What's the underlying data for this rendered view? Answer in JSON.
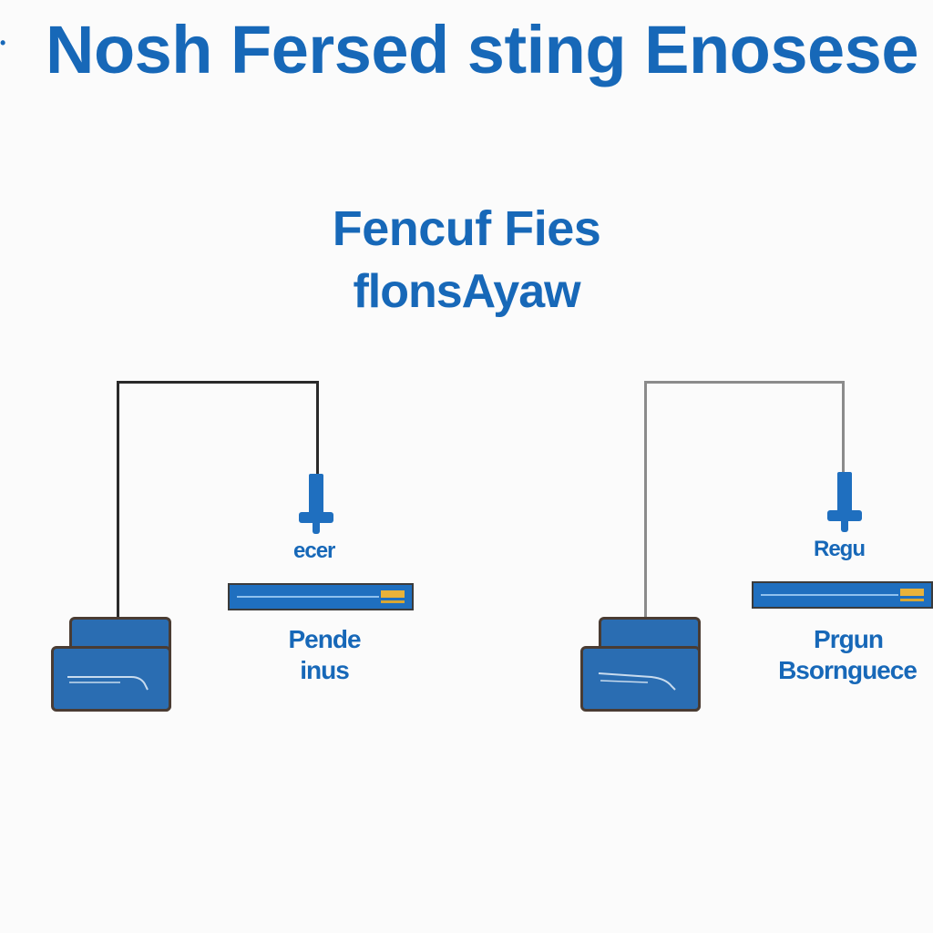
{
  "title": "Nosh Fersed sting Enosese",
  "subtitle": {
    "line1": "Fencuf Fies",
    "line2": "flonsAyaw"
  },
  "nodes": [
    {
      "probe_label": "ecer",
      "desc_line1": "Pende",
      "desc_line2": "inus"
    },
    {
      "probe_label": "Regu",
      "desc_line1": "Prgun",
      "desc_line2": "Bsornguece"
    }
  ],
  "colors": {
    "accent": "#1768b8",
    "device": "#2a6db2",
    "highlight": "#e9b23a",
    "wire_left": "#2a2a2a",
    "wire_right": "#8b8b8b"
  }
}
